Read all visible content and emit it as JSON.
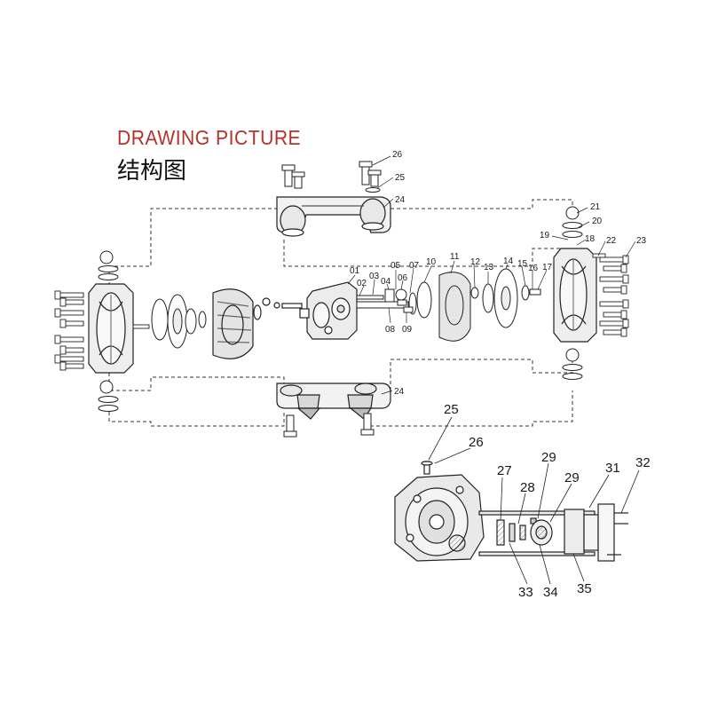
{
  "title_en": "DRAWING  PICTURE",
  "title_zh": "结构图",
  "callouts_top": [
    {
      "id": "26a",
      "text": "26"
    },
    {
      "id": "25a",
      "text": "25"
    },
    {
      "id": "24a",
      "text": "24"
    },
    {
      "id": "21",
      "text": "21"
    },
    {
      "id": "20",
      "text": "20"
    },
    {
      "id": "19",
      "text": "19"
    },
    {
      "id": "18",
      "text": "18"
    },
    {
      "id": "22",
      "text": "22"
    },
    {
      "id": "23",
      "text": "23"
    },
    {
      "id": "01",
      "text": "01"
    },
    {
      "id": "02",
      "text": "02"
    },
    {
      "id": "03",
      "text": "03"
    },
    {
      "id": "04",
      "text": "04"
    },
    {
      "id": "05",
      "text": "05"
    },
    {
      "id": "06",
      "text": "06"
    },
    {
      "id": "07",
      "text": "07"
    },
    {
      "id": "10",
      "text": "10"
    },
    {
      "id": "11",
      "text": "11"
    },
    {
      "id": "12",
      "text": "12"
    },
    {
      "id": "13",
      "text": "13"
    },
    {
      "id": "14",
      "text": "14"
    },
    {
      "id": "15",
      "text": "15"
    },
    {
      "id": "16",
      "text": "16"
    },
    {
      "id": "17",
      "text": "17"
    },
    {
      "id": "08",
      "text": "08"
    },
    {
      "id": "09",
      "text": "09"
    },
    {
      "id": "24b",
      "text": "24"
    }
  ],
  "callouts_detail": [
    {
      "id": "d25",
      "text": "25"
    },
    {
      "id": "d26",
      "text": "26"
    },
    {
      "id": "d27",
      "text": "27"
    },
    {
      "id": "d28",
      "text": "28"
    },
    {
      "id": "d29a",
      "text": "29"
    },
    {
      "id": "d29b",
      "text": "29"
    },
    {
      "id": "d31",
      "text": "31"
    },
    {
      "id": "d32",
      "text": "32"
    },
    {
      "id": "d33",
      "text": "33"
    },
    {
      "id": "d34",
      "text": "34"
    },
    {
      "id": "d35",
      "text": "35"
    }
  ]
}
